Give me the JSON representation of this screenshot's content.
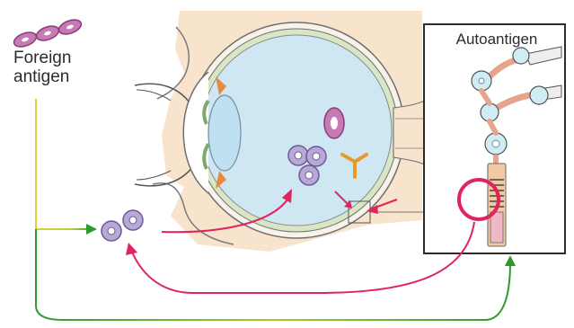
{
  "labels": {
    "foreign_line1": "Foreign",
    "foreign_line2": "antigen",
    "autoantigen": "Autoantigen"
  },
  "colors": {
    "background": "#ffffff",
    "tissue": "#f6dcc0",
    "vitreous": "#cfe6f3",
    "lens": "#bfe0f0",
    "sclera_stroke": "#6f6f6f",
    "retina_green": "#c9dcb4",
    "lymphocyte_fill": "#b7a8d6",
    "lymphocyte_stroke": "#6c5a96",
    "antigen_fill": "#c77bb4",
    "antibody": "#e69a2a",
    "arrow_magenta": "#e0245e",
    "arrow_green": "#2e9a2e",
    "arrow_yellow": "#d8d43a",
    "inset_border": "#2b2b2b"
  }
}
